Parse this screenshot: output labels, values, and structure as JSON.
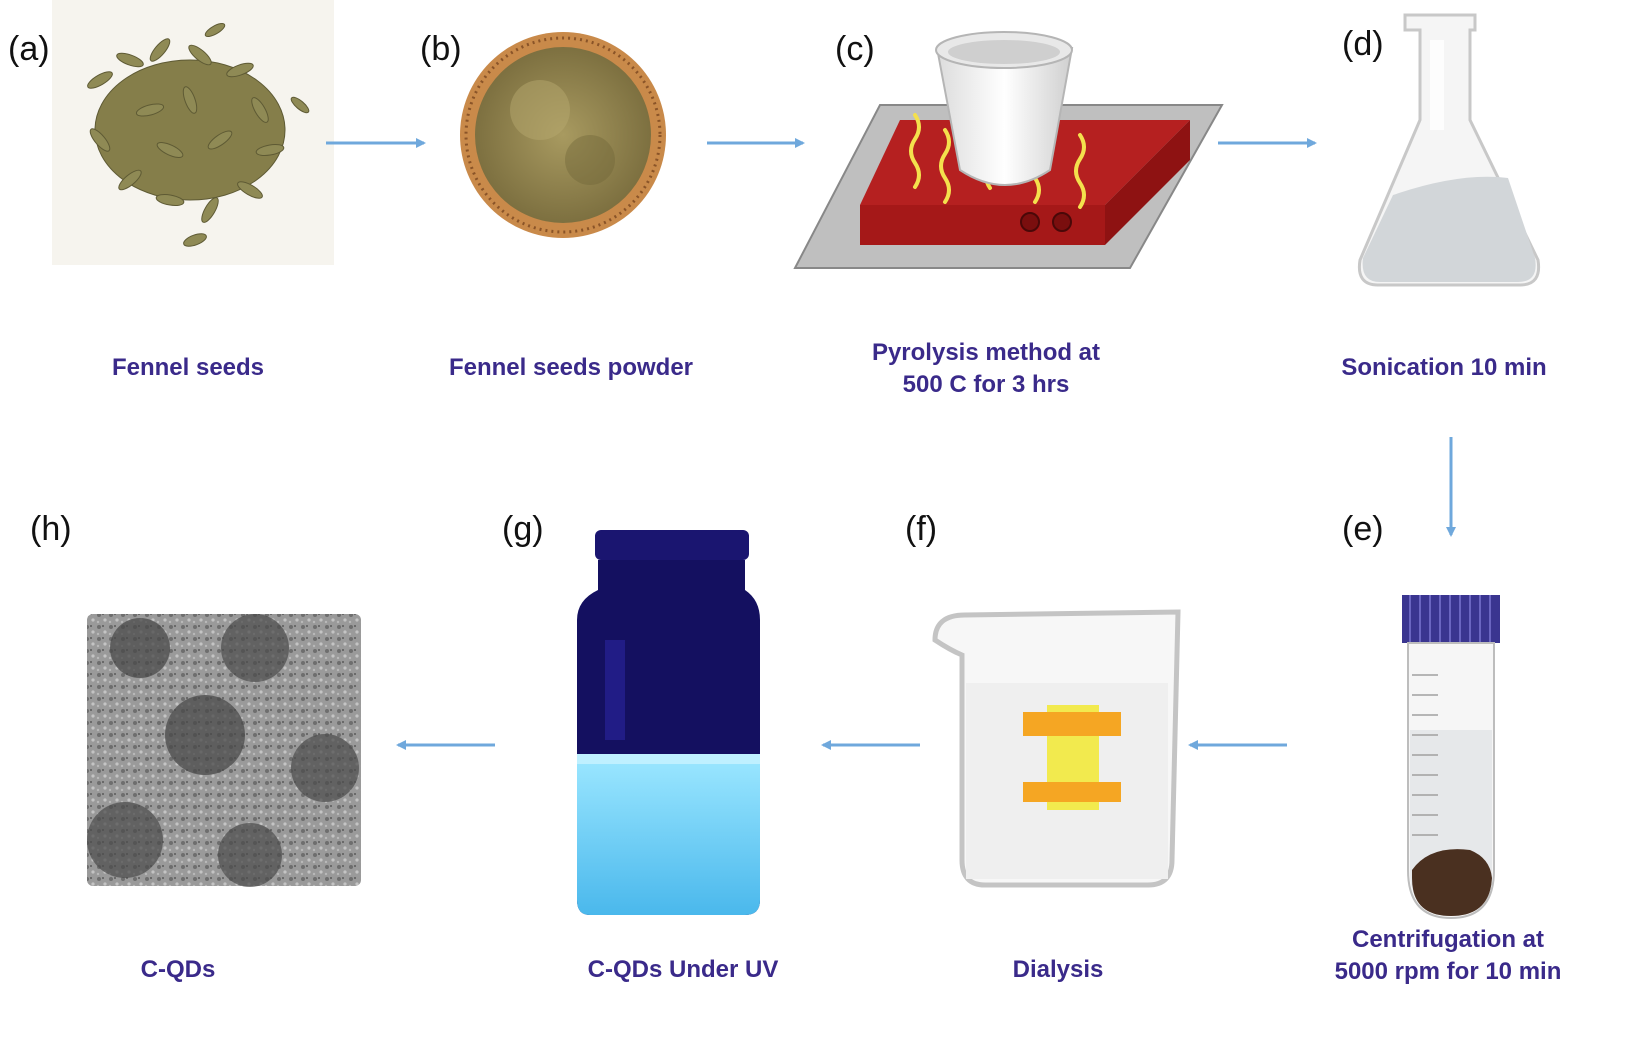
{
  "steps": [
    {
      "letter": "(a)",
      "caption_lines": [
        "Fennel seeds"
      ]
    },
    {
      "letter": "(b)",
      "caption_lines": [
        "Fennel seeds powder"
      ]
    },
    {
      "letter": "(c)",
      "caption_lines": [
        "Pyrolysis method at",
        "500 C for 3 hrs"
      ]
    },
    {
      "letter": "(d)",
      "caption_lines": [
        "Sonication 10 min"
      ]
    },
    {
      "letter": "(e)",
      "caption_lines": [
        "Centrifugation at",
        "5000 rpm for 10 min"
      ]
    },
    {
      "letter": "(f)",
      "caption_lines": [
        "Dialysis"
      ]
    },
    {
      "letter": "(g)",
      "caption_lines": [
        "C-QDs Under UV"
      ]
    },
    {
      "letter": "(h)",
      "caption_lines": [
        "C-QDs"
      ]
    }
  ],
  "colors": {
    "caption": "#3a2a8a",
    "arrow": "#6fa8dc",
    "hotplate": "#b52020",
    "heat_waves": "#f4e04d",
    "tube_cap": "#3a3590",
    "sediment": "#4a3020",
    "uv_glow": "#55bff0",
    "vial_dark": "#141060",
    "dialysis_clip": "#f5a623",
    "dialysis_bag": "#f2ea4e"
  }
}
